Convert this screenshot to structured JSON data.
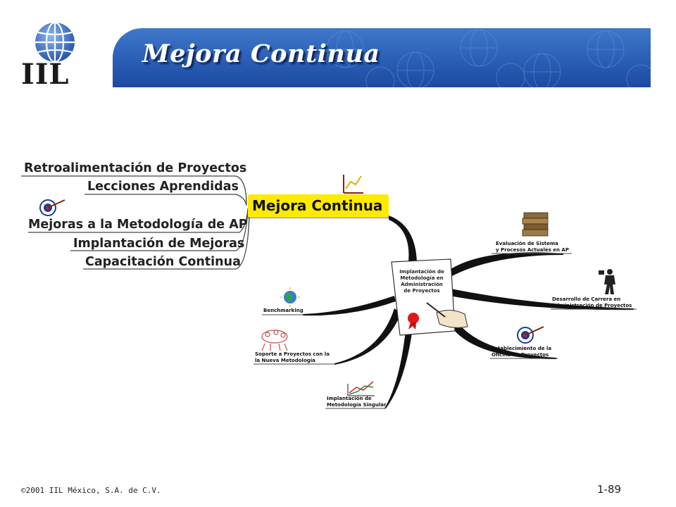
{
  "header": {
    "title": "Mejora Continua",
    "logo_text": "IIL"
  },
  "mindmap": {
    "central_topic": "Mejora Continua",
    "left_branches": [
      "Retroalimentación de Proyectos",
      "Lecciones Aprendidas",
      "Mejoras a la Metodología de AP",
      "Implantación de Mejoras",
      "Capacitación Continua"
    ],
    "center_document": [
      "Implantación de",
      "Metodología en",
      "Administración",
      "de Proyectos"
    ],
    "right_branches": [
      [
        "Evaluación de Sistema",
        "y Procesos Actuales en AP"
      ],
      [
        "Desarrollo de Carrera en",
        "Administración de Proyectos"
      ],
      [
        "Establecimiento de la",
        "Oficina de Proyectos"
      ],
      [
        "Implantación de",
        "Metodología Singular"
      ],
      [
        "Soporte a Proyectos con la",
        "la Nueva Metodología"
      ],
      [
        "Benchmarking"
      ]
    ],
    "icons": [
      "target-icon",
      "chart-icon",
      "books-icon",
      "businessman-icon",
      "dart-target-icon",
      "line-chart-icon",
      "team-icon",
      "globe-icon",
      "seal-icon",
      "hand-pen-icon"
    ]
  },
  "colors": {
    "banner": "#2a5eb6",
    "central_highlight": "#ffea00"
  },
  "footer": {
    "copyright": "©2001 IIL México, S.A. de C.V.",
    "page_number": "1-89"
  }
}
